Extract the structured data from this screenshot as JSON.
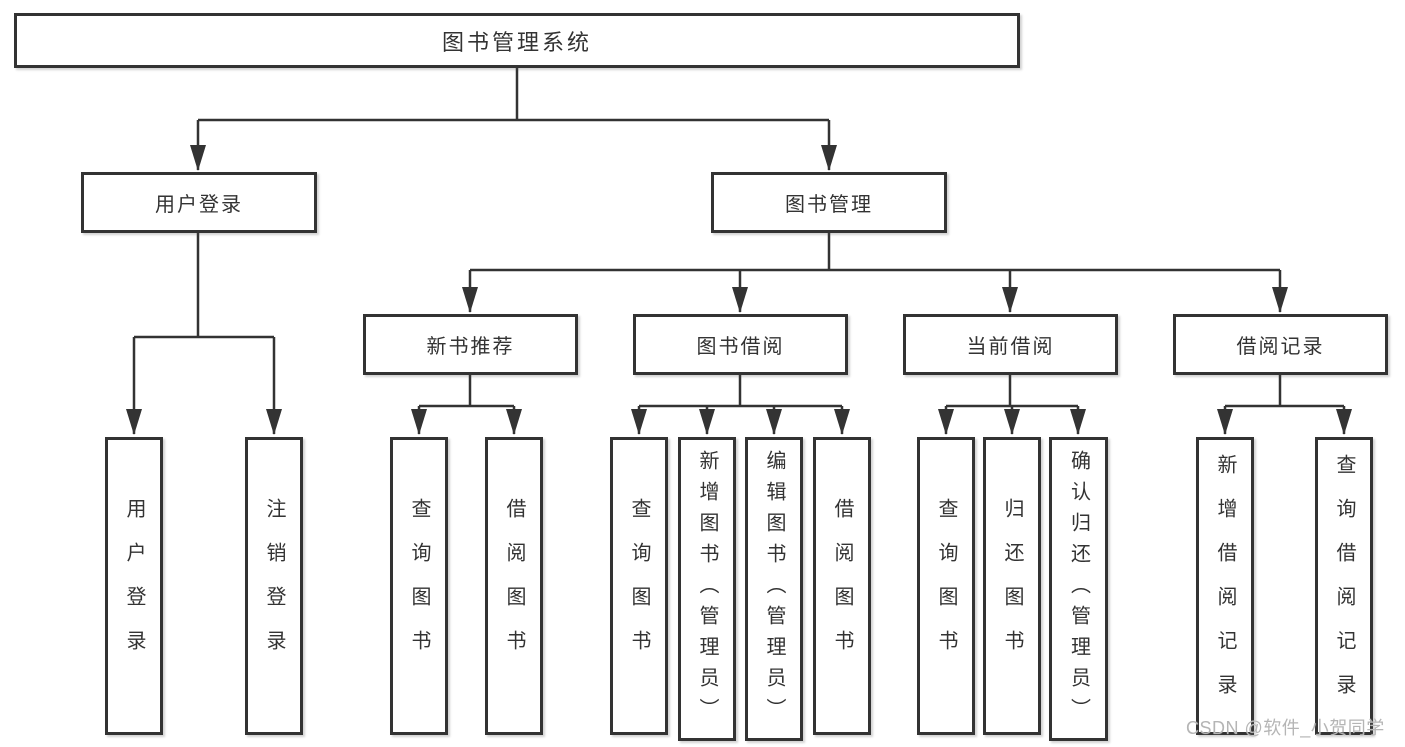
{
  "nodes": {
    "root": "图书管理系统",
    "login": "用户登录",
    "manage": "图书管理",
    "recommend": "新书推荐",
    "borrow": "图书借阅",
    "current": "当前借阅",
    "records": "借阅记录",
    "login_user": "用户登录",
    "login_logout": "注销登录",
    "rec_query": "查询图书",
    "rec_borrow": "借阅图书",
    "bor_query": "查询图书",
    "bor_add": "新增图书（管理员）",
    "bor_edit": "编辑图书（管理员）",
    "bor_lend": "借阅图书",
    "cur_query": "查询图书",
    "cur_return": "归还图书",
    "cur_confirm": "确认归还（管理员）",
    "rek_add": "新增借阅记录",
    "rek_query": "查询借阅记录"
  },
  "colors": {
    "line": "#333333",
    "box_border": "#333333",
    "box_fill": "#ffffff",
    "text": "#333333",
    "watermark": "#b5b5b5"
  },
  "watermark": "CSDN @软件_小贺同学"
}
